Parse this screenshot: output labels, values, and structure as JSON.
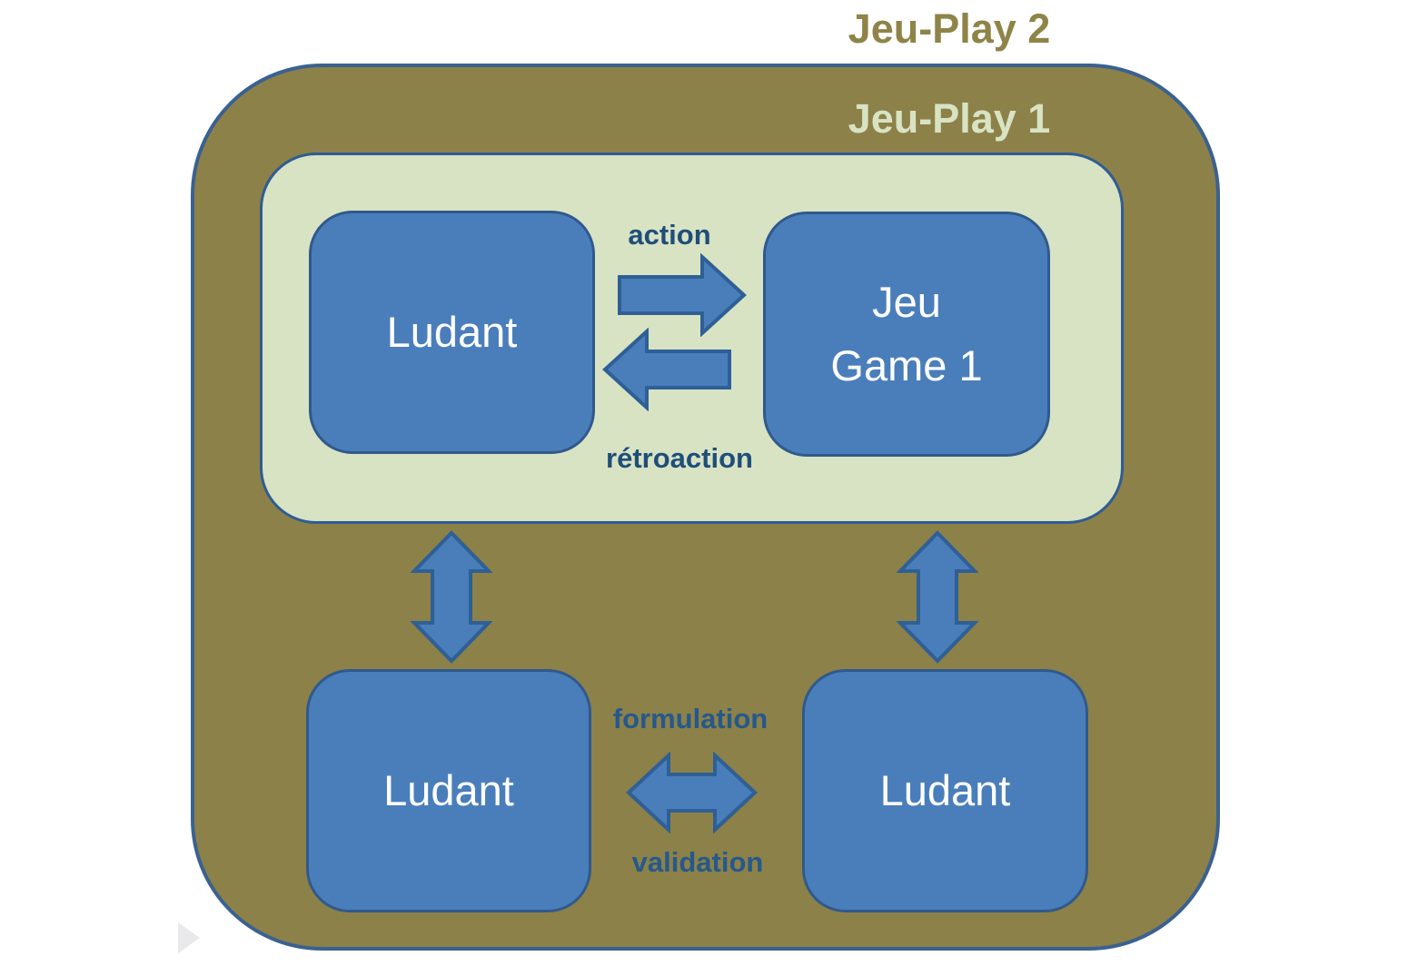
{
  "colors": {
    "olive_fill": "#8c8148",
    "olive_border": "#3a6191",
    "green_fill": "#d8e3c4",
    "green_border": "#2f5c94",
    "node_fill": "#4a7ebb",
    "node_border": "#30598c",
    "node_text": "#ffffff",
    "arrow_fill": "#4a7ebb",
    "arrow_stroke": "#2e5f95",
    "label_inner": "#1f4e79",
    "label_outer": "#26588c",
    "title_olive": "#8f8448",
    "title_green": "#d8e3c4"
  },
  "titles": {
    "outer": "Jeu-Play 2",
    "inner": "Jeu-Play 1"
  },
  "nodes": {
    "player_top": "Ludant",
    "game_line1": "Jeu",
    "game_line2": "Game 1",
    "player_bottom_left": "Ludant",
    "player_bottom_right": "Ludant"
  },
  "edge_labels": {
    "action": "action",
    "retroaction": "rétroaction",
    "formulation": "formulation",
    "validation": "validation"
  }
}
